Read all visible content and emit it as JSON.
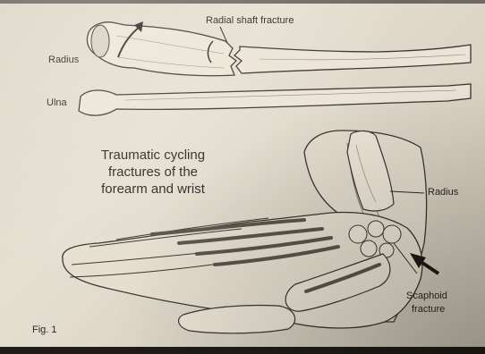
{
  "labels": {
    "radius_top": "Radius",
    "radial_shaft_fracture": "Radial shaft fracture",
    "ulna": "Ulna",
    "radius_wrist": "Radius",
    "scaphoid_line1": "Scaphoid",
    "scaphoid_line2": "fracture",
    "fig": "Fig. 1"
  },
  "title_lines": [
    "Traumatic cycling",
    "fractures of the",
    "forearm and wrist"
  ]
}
